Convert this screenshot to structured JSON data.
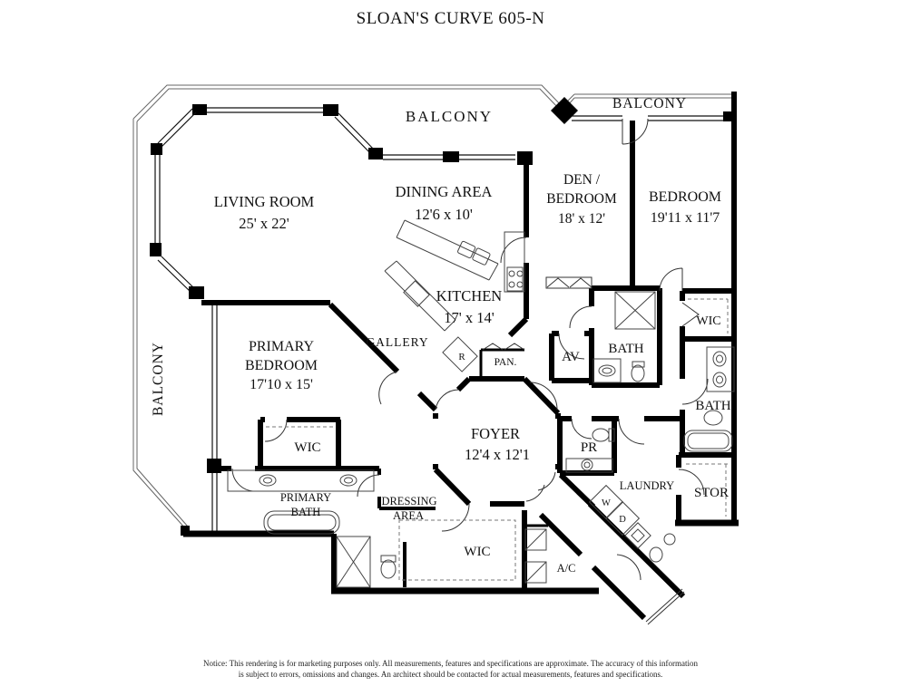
{
  "title": "SLOAN'S CURVE 605-N",
  "rooms": {
    "balcony_top": "BALCONY",
    "balcony_right": "BALCONY",
    "balcony_left": "BALCONY",
    "living_room": {
      "name": "LIVING ROOM",
      "dims": "25' x 22'"
    },
    "dining_area": {
      "name": "DINING AREA",
      "dims": "12'6 x 10'"
    },
    "den_bedroom": {
      "line1": "DEN /",
      "line2": "BEDROOM",
      "dims": "18' x 12'"
    },
    "bedroom": {
      "name": "BEDROOM",
      "dims": "19'11 x 11'7"
    },
    "kitchen": {
      "name": "KITCHEN",
      "dims": "17' x 14'"
    },
    "gallery": "GALLERY",
    "refrigerator": "R",
    "pantry": "PAN.",
    "av_closet": "AV",
    "bath_den": "BATH",
    "wic_right": "WIC",
    "bath_right": "BATH",
    "primary_bedroom": {
      "line1": "PRIMARY",
      "line2": "BEDROOM",
      "dims": "17'10 x 15'"
    },
    "wic_primary": "WIC",
    "primary_bath": {
      "line1": "PRIMARY",
      "line2": "BATH"
    },
    "dressing_area": {
      "line1": "DRESSING",
      "line2": "AREA"
    },
    "foyer": {
      "name": "FOYER",
      "dims": "12'4 x 12'1"
    },
    "powder_room": "PR",
    "laundry": "LAUNDRY",
    "washer": "W",
    "dryer": "D",
    "storage": "STOR",
    "wic_lower": "WIC",
    "ac_closet": "A/C"
  },
  "notice": {
    "line1": "Notice: This rendering is for marketing purposes only. All measurements, features and specifications are approximate. The accuracy of this information",
    "line2": "is subject to errors, omissions and changes. An architect should be contacted for actual measurements, features and specifications."
  },
  "colors": {
    "wall": "#000000",
    "background": "#ffffff",
    "line": "#444444"
  }
}
